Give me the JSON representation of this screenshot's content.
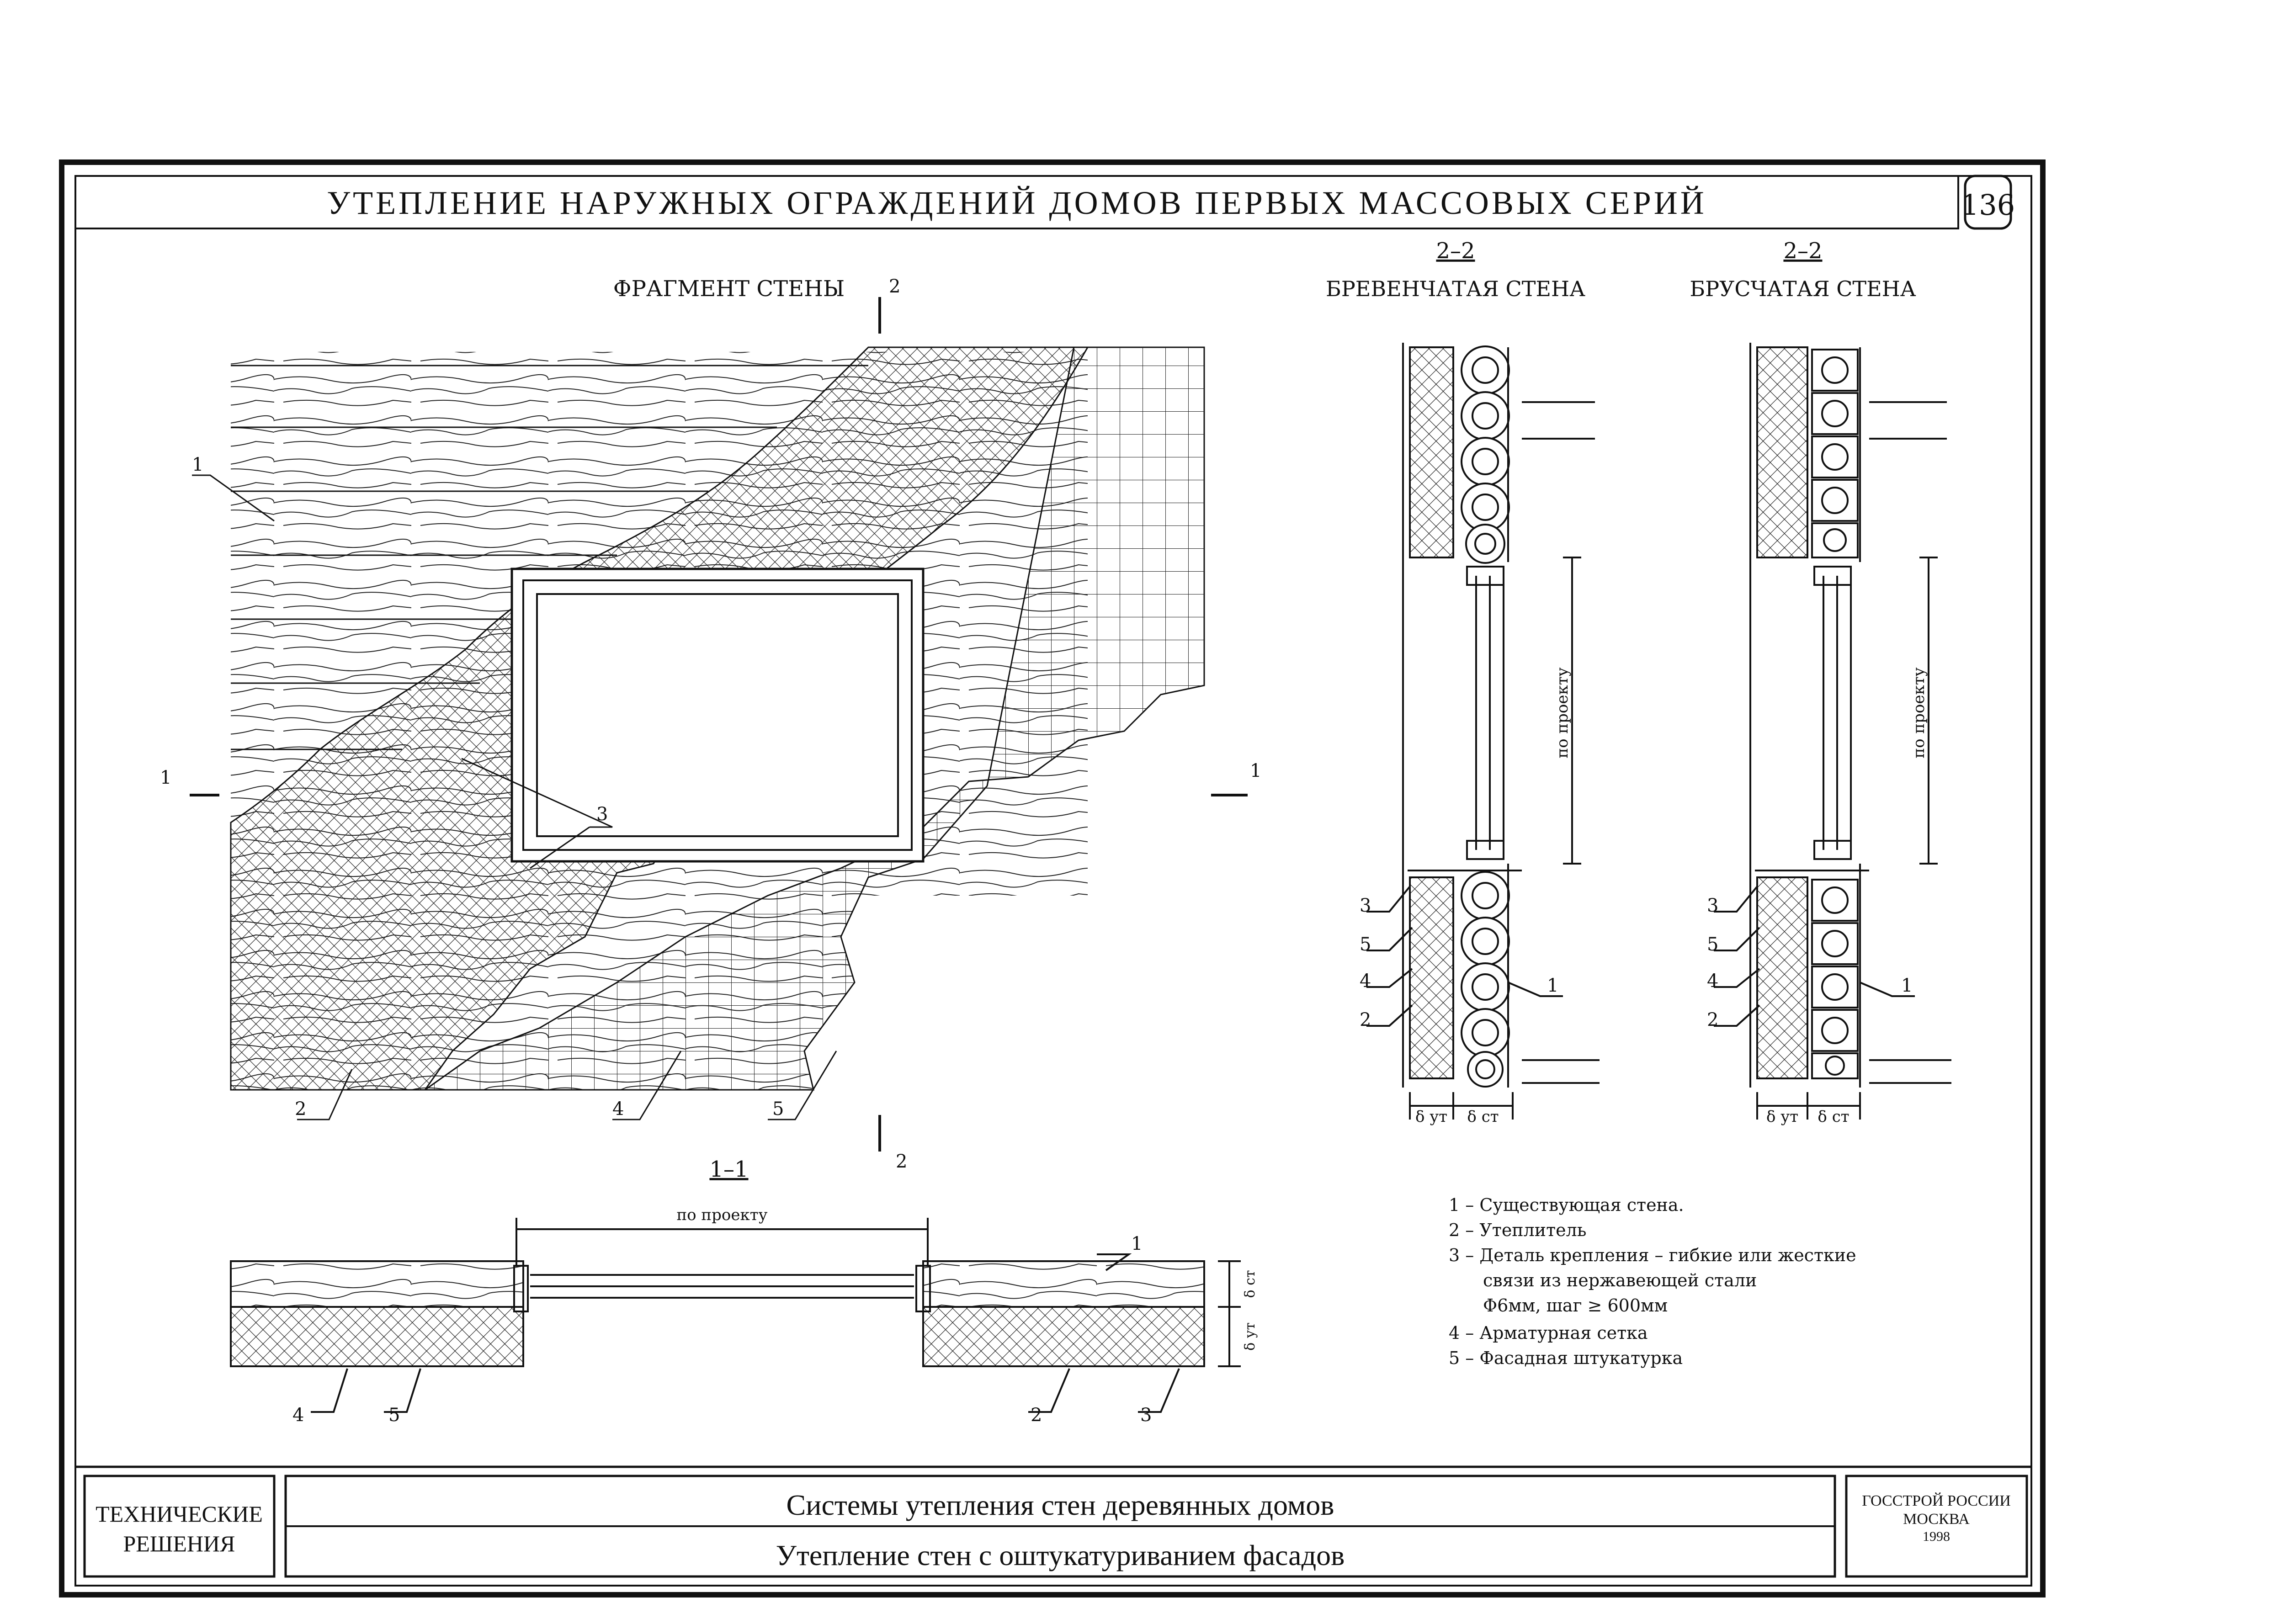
{
  "header": {
    "title": "УТЕПЛЕНИЕ НАРУЖНЫХ ОГРАЖДЕНИЙ ДОМОВ ПЕРВЫХ МАССОВЫХ СЕРИЙ",
    "sheet_number": "136"
  },
  "fragment": {
    "title": "ФРАГМЕНТ СТЕНЫ",
    "callouts": [
      "1",
      "3",
      "2",
      "4",
      "5"
    ],
    "section_marks": {
      "one": "1",
      "two": "2"
    }
  },
  "section_log": {
    "number": "2–2",
    "title": "БРЕВЕНЧАТАЯ СТЕНА",
    "dim_label": "по проекту",
    "d_ut": "δ ут",
    "d_st": "δ ст",
    "callouts": [
      "3",
      "5",
      "4",
      "2",
      "1"
    ]
  },
  "section_beam": {
    "number": "2–2",
    "title": "БРУСЧАТАЯ СТЕНА",
    "dim_label": "по проекту",
    "d_ut": "δ ут",
    "d_st": "δ ст",
    "callouts": [
      "3",
      "5",
      "4",
      "2",
      "1"
    ]
  },
  "plan_section": {
    "number": "1–1",
    "dim_label": "по проекту",
    "d_ut": "δ ут",
    "d_st": "δ ст",
    "callouts": [
      "1",
      "4",
      "5",
      "2",
      "3"
    ]
  },
  "legend": [
    "1 – Существующая стена.",
    "2 – Утеплитель",
    "3 – Деталь крепления – гибкие или жесткие",
    "связи из нержавеющей стали",
    "Φ6мм, шаг ≥ 600мм",
    "4 – Арматурная сетка",
    "5 – Фасадная штукатурка"
  ],
  "title_block": {
    "category_line1": "ТЕХНИЧЕСКИЕ",
    "category_line2": "РЕШЕНИЯ",
    "name_line1": "Системы утепления стен деревянных домов",
    "name_line2": "Утепление стен с оштукатуриванием фасадов",
    "org_line1": "ГОССТРОЙ РОССИИ",
    "org_line2": "МОСКВА",
    "org_line3": "1998"
  }
}
